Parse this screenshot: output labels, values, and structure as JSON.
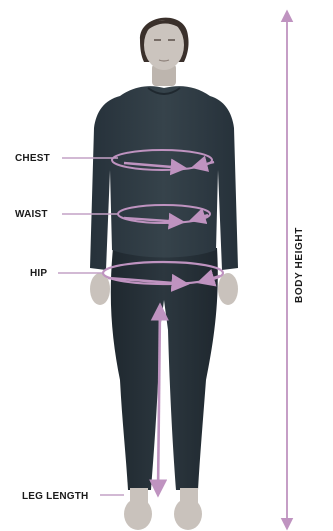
{
  "labels": {
    "chest": "CHEST",
    "waist": "WAIST",
    "hip": "HIP",
    "leg_length": "LEG LENGTH",
    "body_height": "BODY HEIGHT"
  },
  "colors": {
    "measure_line": "#bf93c0",
    "leader_line": "#c4a2c6",
    "garment": "#2f3a41",
    "skin": "#c9c2bc",
    "hair": "#3a302b",
    "label_text": "#1b1b1b",
    "background": "#ffffff"
  }
}
